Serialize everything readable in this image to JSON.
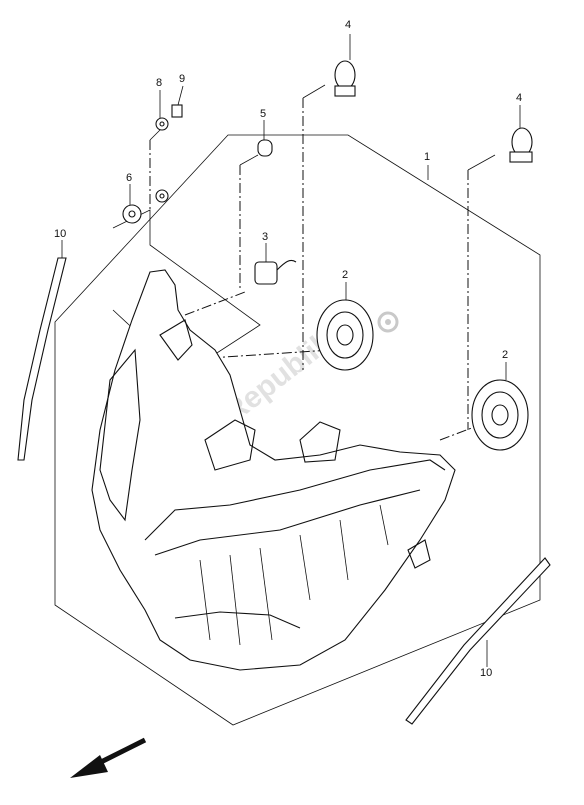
{
  "callouts": {
    "c1": "1",
    "c2a": "2",
    "c2b": "2",
    "c3": "3",
    "c4a": "4",
    "c4b": "4",
    "c5": "5",
    "c6": "6",
    "c8": "8",
    "c9": "9",
    "c10a": "10",
    "c10b": "10"
  },
  "watermark": "PartsRepublik",
  "icons": {
    "watermark_gear": "gear-icon",
    "direction_arrow": "front-direction-arrow-icon"
  }
}
